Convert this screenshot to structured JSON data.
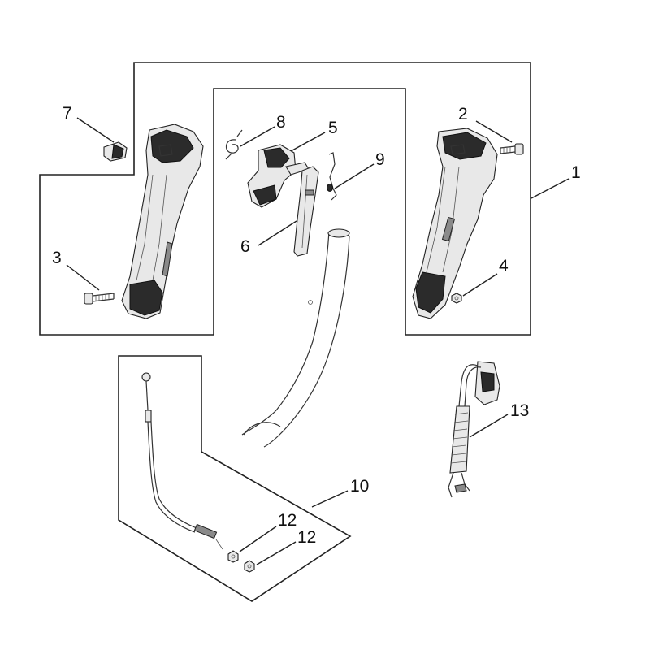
{
  "diagram": {
    "callouts": [
      {
        "id": "c7",
        "label": "7"
      },
      {
        "id": "c8",
        "label": "8"
      },
      {
        "id": "c5",
        "label": "5"
      },
      {
        "id": "c9",
        "label": "9"
      },
      {
        "id": "c6",
        "label": "6"
      },
      {
        "id": "c3",
        "label": "3"
      },
      {
        "id": "c2",
        "label": "2"
      },
      {
        "id": "c1",
        "label": "1"
      },
      {
        "id": "c4",
        "label": "4"
      },
      {
        "id": "c10",
        "label": "10"
      },
      {
        "id": "c13",
        "label": "13"
      },
      {
        "id": "c12a",
        "label": "12"
      },
      {
        "id": "c12b",
        "label": "12"
      }
    ]
  }
}
